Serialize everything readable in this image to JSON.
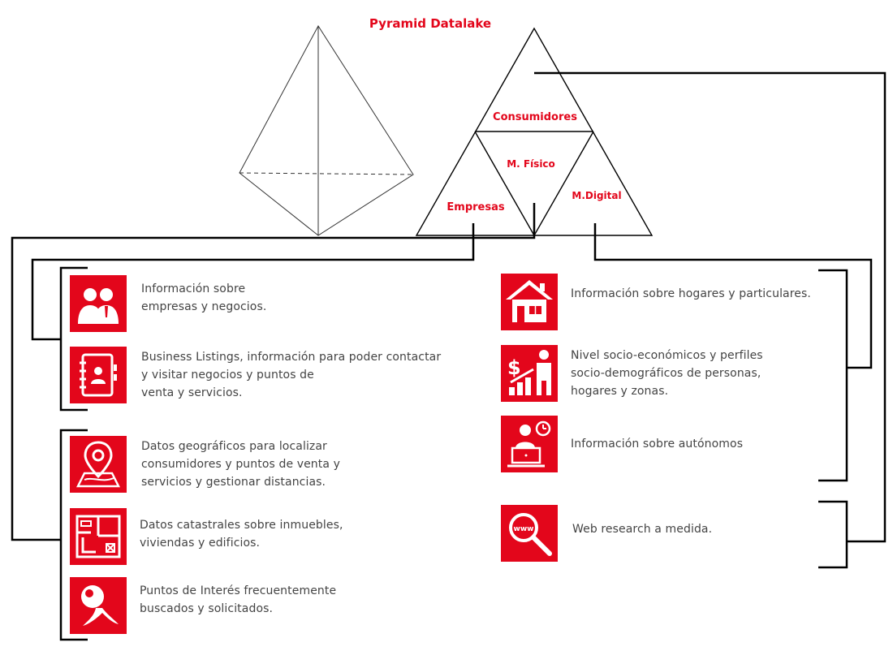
{
  "title": "Pyramid Datalake",
  "colors": {
    "accent": "#e3061b",
    "text": "#444444",
    "line": "#000000"
  },
  "pyramid_labels": {
    "consumidores": "Consumidores",
    "fisico": "M. Físico",
    "digital": "M.Digital",
    "empresas": "Empresas"
  },
  "left_items": [
    {
      "icon": "business-people-icon",
      "text": "Información sobre\nempresas y negocios."
    },
    {
      "icon": "contact-book-icon",
      "text": "Business Listings, información para poder contactar\ny visitar negocios y puntos de\nventa y servicios."
    },
    {
      "icon": "map-pin-icon",
      "text": "Datos geográficos para localizar\nconsumidores y puntos de venta y\nservicios y gestionar distancias."
    },
    {
      "icon": "floor-plan-icon",
      "text": "Datos catastrales sobre inmuebles,\nviviendas y edificios."
    },
    {
      "icon": "point-of-interest-icon",
      "text": "Puntos de Interés frecuentemente\nbuscados y solicitados."
    }
  ],
  "right_items": [
    {
      "icon": "house-icon",
      "text": "Información sobre hogares y particulares."
    },
    {
      "icon": "socioeconomic-chart-icon",
      "text": "Nivel socio-económicos y perfiles\nsocio-demográficos de personas,\nhogares y zonas."
    },
    {
      "icon": "freelancer-laptop-icon",
      "text": "Información sobre autónomos"
    },
    {
      "icon": "web-search-icon",
      "text": "Web research a medida."
    }
  ]
}
